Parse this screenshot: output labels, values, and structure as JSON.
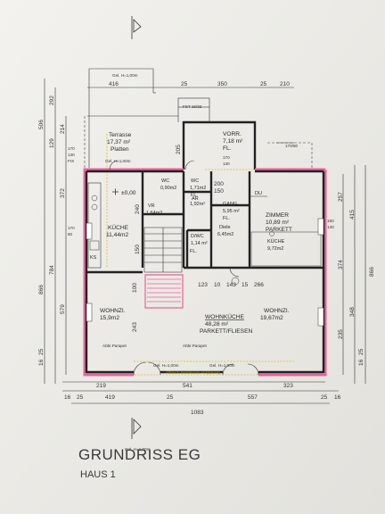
{
  "title": "GRUNDRISS EG",
  "subtitle": "HAUS 1",
  "rooms": {
    "terrasse": [
      "Terrasse",
      "17,37 m²",
      "Platten"
    ],
    "vorr": [
      "VORR.",
      "7,18 m²",
      "FL."
    ],
    "wc1": [
      "WC",
      "0,90m2"
    ],
    "wc2": [
      "WC",
      "1,71m2",
      "FL."
    ],
    "ar": [
      "AR",
      "1,92m²"
    ],
    "gang": [
      "GANG",
      "5,95 m²",
      "FL."
    ],
    "dusche": "DU",
    "zimmer": [
      "ZIMMER",
      "10,89 m²",
      "PARKETT"
    ],
    "kuche_small": [
      "KÜCHE",
      "9,72m2"
    ],
    "vr": [
      "VR",
      "1,64m2"
    ],
    "diele": [
      "Diele",
      "6,45m2"
    ],
    "dsw": [
      "D/WC",
      "1,14 m²"
    ],
    "kuche": [
      "KÜCHE",
      "11,44m2"
    ],
    "wohnzi_left": [
      "WOHNZI.",
      "15,9m2"
    ],
    "wohnkuche": [
      "WOHNKÜCHE",
      "48,28 m²",
      "PARKETT/FLIESEN"
    ],
    "wohnzi_right": [
      "WOHNZI.",
      "19,67m2"
    ],
    "ks": "KS",
    "fl": "FL."
  },
  "level_marker": "±0,00",
  "notes": {
    "gel_top": "Gel. H=1,00m",
    "gel_bottom1": "Gel. H=1,00m",
    "gel_bottom2": "Gel. H=1,00m",
    "gel_bottom3": "Gel. H=1,00m",
    "gel_left": "Gel. H=1,00m",
    "parapet1": "Abbr.Parapet",
    "parapet2": "Abbr.Parapet",
    "fst": "FST 16/32",
    "fst2": "170/80",
    "yellow_note": "Abbruch bestehende Verglasung"
  },
  "dimensions": {
    "top": [
      "416",
      "25",
      "350",
      "25",
      "210"
    ],
    "bottom1": [
      "219",
      "541",
      "323"
    ],
    "bottom2": [
      "419",
      "557"
    ],
    "bottom2_small": [
      "16",
      "25",
      "25",
      "25",
      "16"
    ],
    "total": "1083",
    "left_outer": [
      "506",
      "866"
    ],
    "left_mid": [
      "292",
      "129",
      "214",
      "372",
      "784",
      "579"
    ],
    "left_small": [
      "16",
      "25"
    ],
    "right_outer": [
      "866"
    ],
    "right_mid": [
      "257",
      "415",
      "374",
      "348",
      "235"
    ],
    "right_small": [
      "16",
      "25"
    ],
    "inner": [
      "123",
      "10",
      "143",
      "15",
      "266",
      "100",
      "243",
      "240",
      "205",
      "150",
      "200",
      "150"
    ],
    "fix": [
      "170",
      "130",
      "FIX"
    ],
    "left_window": [
      "170",
      "60"
    ],
    "right_window": [
      "150",
      "130"
    ],
    "win_marks": [
      "170",
      "130"
    ]
  }
}
